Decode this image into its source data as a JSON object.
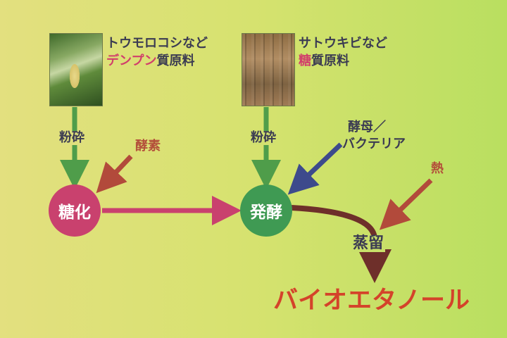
{
  "left_source": {
    "line1": "トウモロコシなど",
    "line2_accent": "デンプン",
    "line2_rest": "質原料"
  },
  "right_source": {
    "line1": "サトウキビなど",
    "line2_accent": "糖",
    "line2_rest": "質原料"
  },
  "crush_left": "粉砕",
  "crush_right": "粉砕",
  "enzyme": "酵素",
  "yeast": {
    "line1": "酵母／",
    "line2": "バクテリア"
  },
  "heat": "熱",
  "nodes": {
    "saccharification": "糖化",
    "fermentation": "発酵"
  },
  "distillation": "蒸留",
  "product": "バイオエタノール",
  "colors": {
    "green_arrow": "#4f9d4a",
    "enzyme_arrow": "#b24a3b",
    "pink_arrow": "#c9416e",
    "blue_arrow": "#3d4a8c",
    "brown_arrow": "#6e2f2a",
    "heat_arrow": "#b24a3b"
  }
}
